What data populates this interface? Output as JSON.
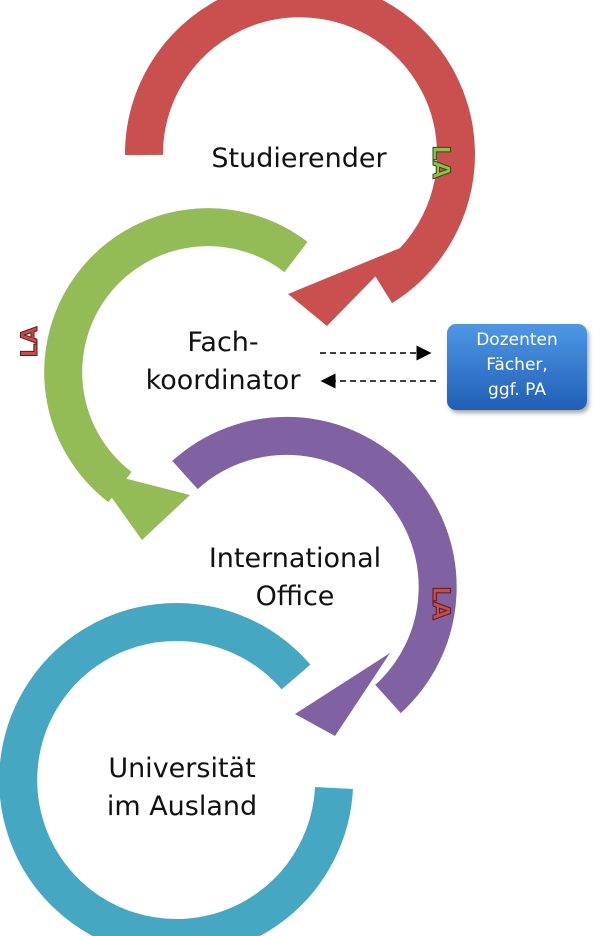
{
  "nodes": {
    "studierender": {
      "line1": "Studierender",
      "color": "#c9504f"
    },
    "fachkoordinator": {
      "line1": "Fach-",
      "line2": "koordinator",
      "color": "#93bb56"
    },
    "international_office": {
      "line1": "International",
      "line2": "Office",
      "color": "#8062a3"
    },
    "universitaet": {
      "line1": "Universität",
      "line2": "im Ausland",
      "color": "#45a7c1"
    }
  },
  "side_box": {
    "line1": "Dozenten",
    "line2": "Fächer,",
    "line3": "ggf. PA",
    "color": "#2f76cc"
  },
  "badges": {
    "la_1": "LA",
    "la_2": "LA",
    "la_3": "LA"
  }
}
